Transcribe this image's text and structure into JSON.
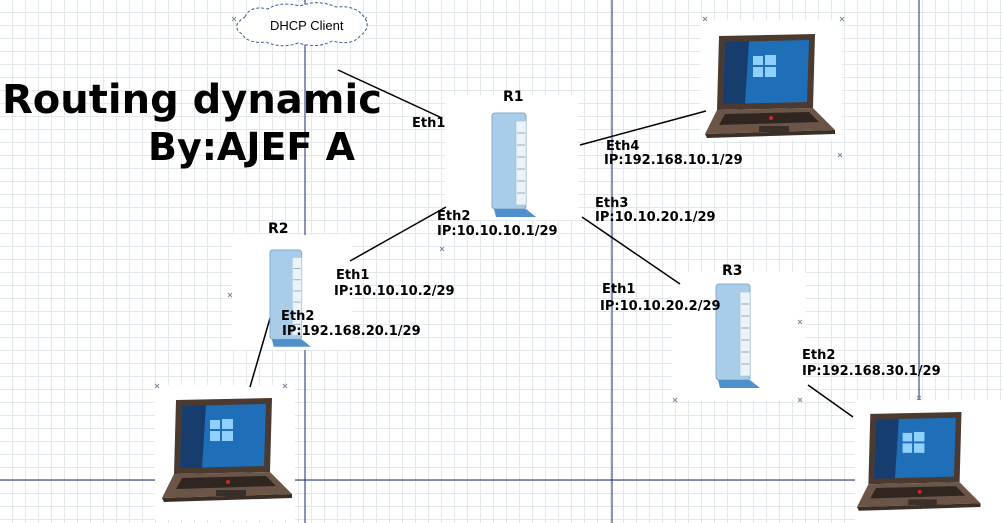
{
  "title": {
    "line1": "Routing dynamic",
    "line2": "By:AJEF A"
  },
  "cloud": {
    "label": "DHCP Client"
  },
  "routers": {
    "r1": {
      "name": "R1",
      "eth1": "Eth1",
      "eth2": "Eth2",
      "eth2_ip": "IP:10.10.10.1/29",
      "eth3": "Eth3",
      "eth3_ip": "IP:10.10.20.1/29",
      "eth4": "Eth4",
      "eth4_ip": "IP:192.168.10.1/29"
    },
    "r2": {
      "name": "R2",
      "eth1": "Eth1",
      "eth1_ip": "IP:10.10.10.2/29",
      "eth2": "Eth2",
      "eth2_ip": "IP:192.168.20.1/29"
    },
    "r3": {
      "name": "R3",
      "eth1": "Eth1",
      "eth1_ip": "IP:10.10.20.2/29",
      "eth2": "Eth2",
      "eth2_ip": "IP:192.168.30.1/29"
    }
  },
  "icons": {
    "router": "router-icon",
    "laptop": "laptop-icon",
    "cloud": "cloud-icon"
  },
  "colors": {
    "router_blue": "#a9cde8",
    "router_base": "#4f8fcb",
    "laptop_body": "#5a4538",
    "screen_blue": "#1e6fb8",
    "guide_line": "#1b2a6b"
  }
}
